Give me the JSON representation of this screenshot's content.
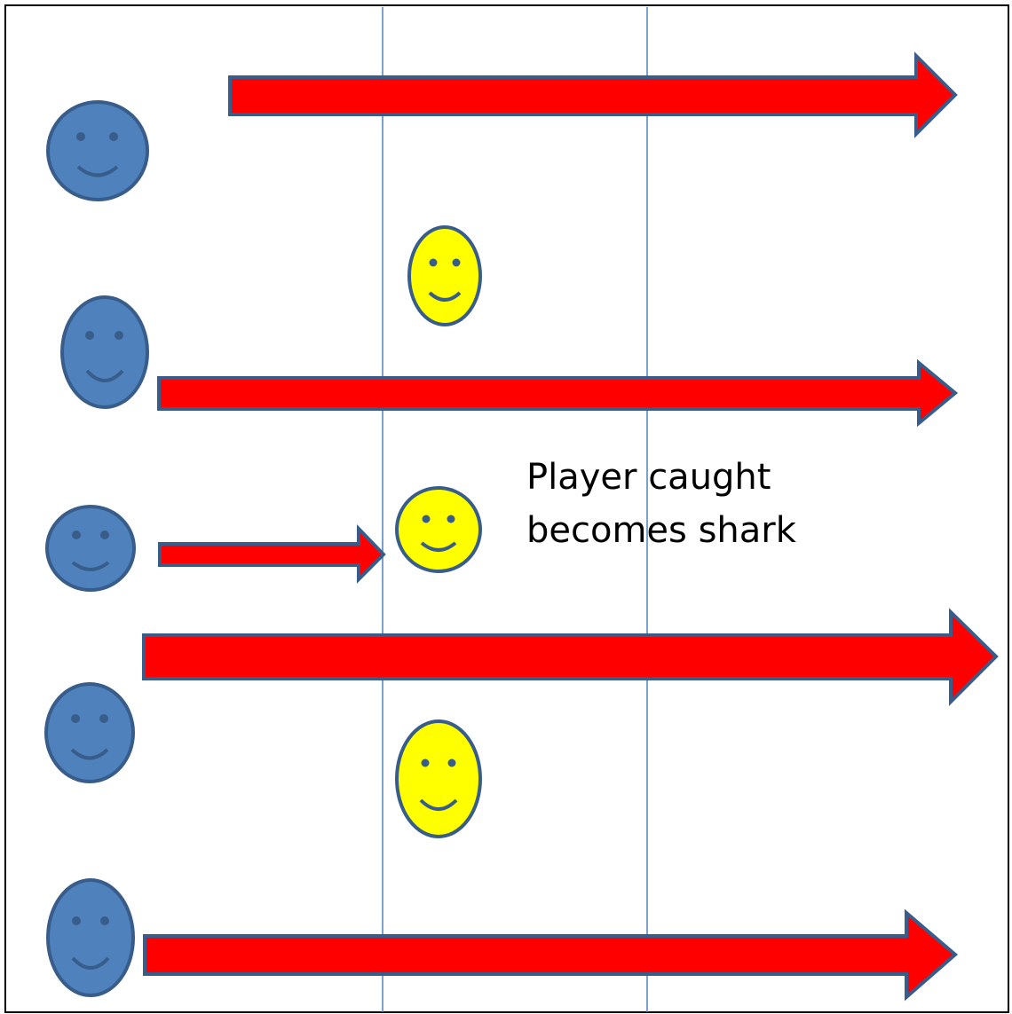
{
  "caption": {
    "line1": "Player caught",
    "line2": "becomes shark"
  },
  "colors": {
    "border": "#000000",
    "lane_line": "#4f81bd",
    "arrow_fill": "#ff0000",
    "arrow_stroke": "#385d8a",
    "player_fill": "#4f81bd",
    "shark_fill": "#ffff00",
    "face_stroke": "#385d8a"
  },
  "players": [
    {
      "type": "player",
      "icon": "smiley-face-icon"
    },
    {
      "type": "player",
      "icon": "smiley-face-icon"
    },
    {
      "type": "player",
      "icon": "smiley-face-icon"
    },
    {
      "type": "player",
      "icon": "smiley-face-icon"
    },
    {
      "type": "player",
      "icon": "smiley-face-icon"
    }
  ],
  "sharks": [
    {
      "type": "shark",
      "icon": "smiley-face-icon"
    },
    {
      "type": "shark",
      "icon": "smiley-face-icon"
    },
    {
      "type": "shark",
      "icon": "smiley-face-icon"
    }
  ]
}
